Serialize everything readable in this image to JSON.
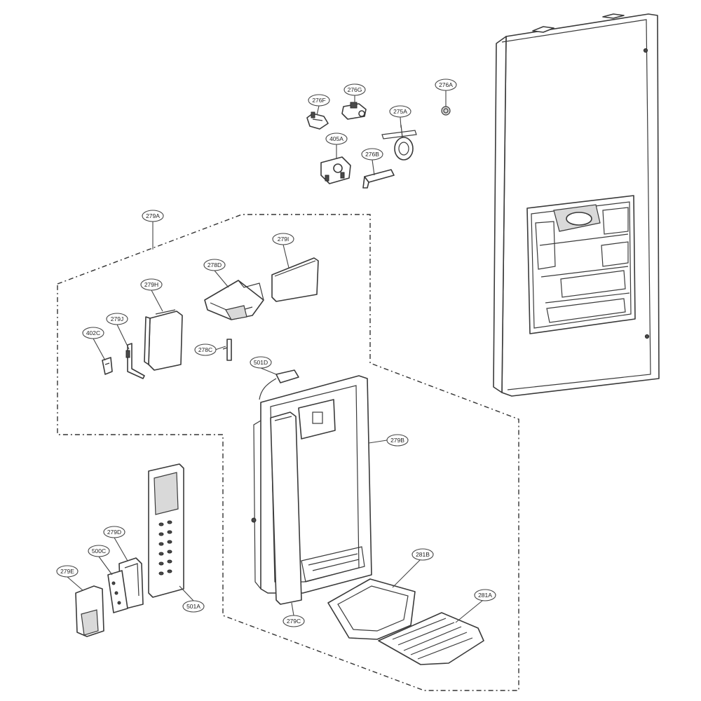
{
  "callouts": [
    {
      "id": "c276A",
      "label": "276A"
    },
    {
      "id": "c276F",
      "label": "276F"
    },
    {
      "id": "c276G",
      "label": "276G"
    },
    {
      "id": "c275A",
      "label": "275A"
    },
    {
      "id": "c405A",
      "label": "405A"
    },
    {
      "id": "c276B",
      "label": "276B"
    },
    {
      "id": "c279A",
      "label": "279A"
    },
    {
      "id": "c279I",
      "label": "279I"
    },
    {
      "id": "c278D",
      "label": "278D"
    },
    {
      "id": "c279H",
      "label": "279H"
    },
    {
      "id": "c279J",
      "label": "279J"
    },
    {
      "id": "c402C",
      "label": "402C"
    },
    {
      "id": "c278C",
      "label": "278C"
    },
    {
      "id": "c501D",
      "label": "501D"
    },
    {
      "id": "c279B",
      "label": "279B"
    },
    {
      "id": "c279D",
      "label": "279D"
    },
    {
      "id": "c500C",
      "label": "500C"
    },
    {
      "id": "c279E",
      "label": "279E"
    },
    {
      "id": "c501A",
      "label": "501A"
    },
    {
      "id": "c281B",
      "label": "281B"
    },
    {
      "id": "c281A",
      "label": "281A"
    },
    {
      "id": "c279C",
      "label": "279C"
    }
  ]
}
